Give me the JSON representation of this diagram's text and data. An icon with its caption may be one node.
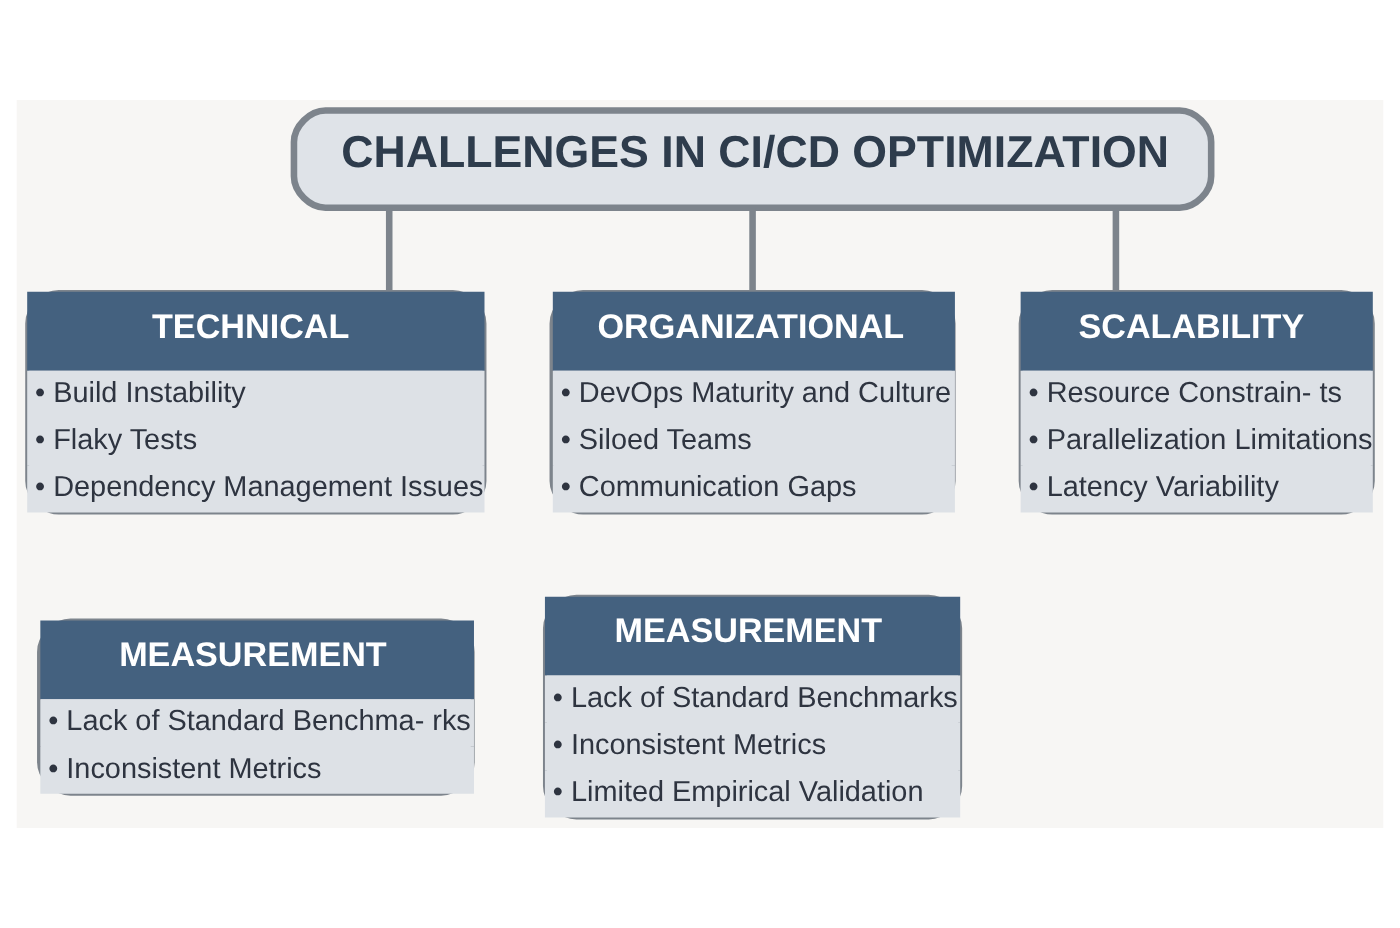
{
  "diagram": {
    "nodes": [
      {
        "text": [
          "CHALLENGES IN CI/CD OPTIMIZATION"
        ]
      },
      {
        "text": [
          "TECHNICAL",
          "• Build Instability",
          "• Flaky Tests",
          "• Dependency Management Issues"
        ]
      },
      {
        "text": [
          "ORGANIZATIONAL",
          "• DevOps Maturity and Culture",
          "• Siloed Teams",
          "• Communication Gaps"
        ]
      },
      {
        "text": [
          "SCALABILITY",
          "• Resource Constrain- ts",
          "• Parallelization Limitations",
          "• Latency Variability"
        ]
      },
      {
        "text": [
          "MEASUREMENT",
          "• Lack of Standard Benchma- rks",
          "• Inconsistent Metrics"
        ]
      },
      {
        "text": [
          "MEASUREMENT",
          "• Lack of Standard Benchmarks",
          "• Inconsistent Metrics",
          "• Limited Empirical Validation"
        ]
      }
    ],
    "edges": [
      {
        "from": 0,
        "to": 1,
        "arrow": "none"
      },
      {
        "from": 0,
        "to": 2,
        "arrow": "none"
      },
      {
        "from": 0,
        "to": 3,
        "arrow": "none"
      }
    ]
  }
}
